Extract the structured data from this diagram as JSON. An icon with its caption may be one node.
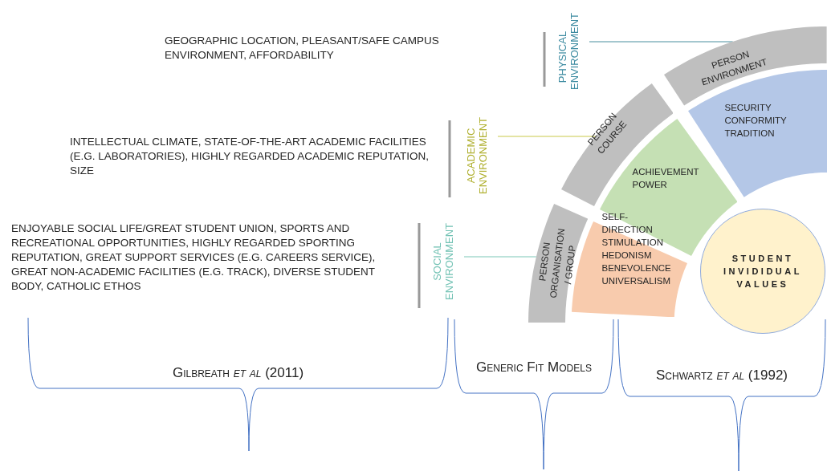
{
  "diagram": {
    "nodes": [
      {
        "text": [
          "PHYSICAL ENVIRONMENT"
        ]
      },
      {
        "text": [
          "ACADEMIC ENVIRONMENT"
        ]
      },
      {
        "text": [
          "SOCIAL ENVIRONMENT"
        ]
      },
      {
        "text": [
          "PERSON ENVIRONMENT"
        ]
      },
      {
        "text": [
          "PERSON COURSE"
        ]
      },
      {
        "text": [
          "PERSON ORGANISATION / GROUP"
        ]
      },
      {
        "text": [
          "SECURITY CONFORMITY TRADITION"
        ]
      },
      {
        "text": [
          "ACHIEVEMENT POWER"
        ]
      },
      {
        "text": [
          "SELF-DIRECTION STIMULATION HEDONISM BENEVOLENCE UNIVERSALISM"
        ]
      },
      {
        "text": [
          "STUDENT INVIDIDUAL VALUES"
        ]
      }
    ],
    "edges": [
      {
        "from": 0,
        "to": 3,
        "arrow": "none",
        "color": "#4a8fa0"
      },
      {
        "from": 1,
        "to": 4,
        "arrow": "none",
        "color": "#c9c94a"
      },
      {
        "from": 2,
        "to": 5,
        "arrow": "none",
        "color": "#7cc7b8"
      }
    ],
    "labels": [
      "GEOGRAPHIC LOCATION, PLEASANT/SAFE CAMPUS ENVIRONMENT, AFFORDABILITY",
      "INTELLECTUAL CLIMATE, STATE-OF-THE-ART ACADEMIC FACILITIES (E.G. LABORATORIES), HIGHLY REGARDED ACADEMIC REPUTATION, SIZE",
      "ENJOYABLE SOCIAL LIFE/GREAT STUDENT UNION, SPORTS AND RECREATIONAL OPPORTUNITIES, HIGHLY REGARDED SPORTING REPUTATION, GREAT SUPPORT SERVICES (E.G. CAREERS SERVICE), GREAT NON-ACADEMIC FACILITIES (E.G. TRACK), DIVERSE STUDENT BODY, CATHOLIC ETHOS",
      "Gilbreath *et al* (2011)",
      "Generic Fit Models",
      "Schwartz *et al* (1992)"
    ]
  }
}
